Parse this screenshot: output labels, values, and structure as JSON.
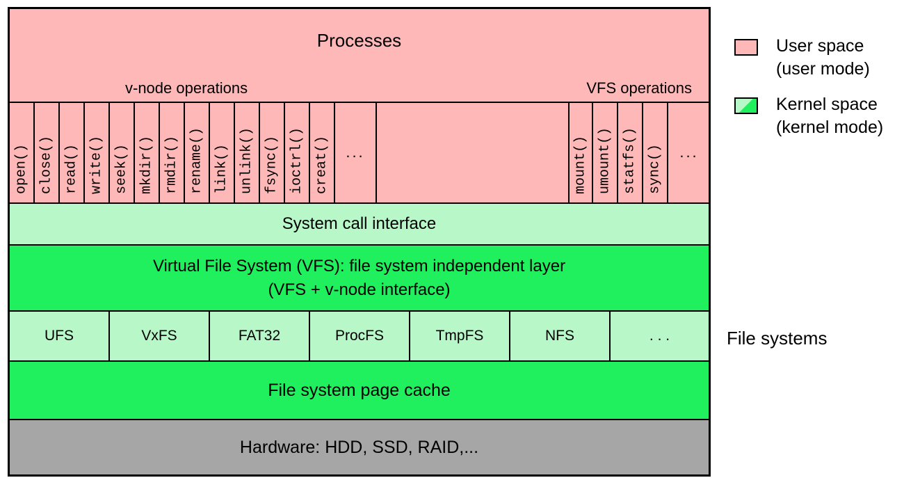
{
  "processes": {
    "title": "Processes",
    "vnode_label": "v-node operations",
    "vfs_label": "VFS operations"
  },
  "vnode_ops": [
    "open()",
    "close()",
    "read()",
    "write()",
    "seek()",
    "mkdir()",
    "rmdir()",
    "rename()",
    "link()",
    "unlink()",
    "fsync()",
    "ioctrl()",
    "creat()",
    "..."
  ],
  "vfs_ops": [
    "mount()",
    "umount()",
    "statfs()",
    "sync()",
    "..."
  ],
  "syscall": "System call interface",
  "vfs_layer": {
    "line1": "Virtual File System (VFS): file system independent layer",
    "line2": "(VFS + v-node interface)"
  },
  "file_systems": [
    "UFS",
    "VxFS",
    "FAT32",
    "ProcFS",
    "TmpFS",
    "NFS",
    ". . ."
  ],
  "page_cache": "File system page cache",
  "hardware": "Hardware: HDD, SSD, RAID,...",
  "legend": {
    "user_line1": "User space",
    "user_line2": "(user mode)",
    "kernel_line1": "Kernel space",
    "kernel_line2": "(kernel mode)"
  },
  "side_label": "File systems",
  "colors": {
    "user": "#ffb8b8",
    "kernel_light": "#b8f8c8",
    "kernel_dark": "#21f05e",
    "hardware": "#a6a6a6"
  }
}
